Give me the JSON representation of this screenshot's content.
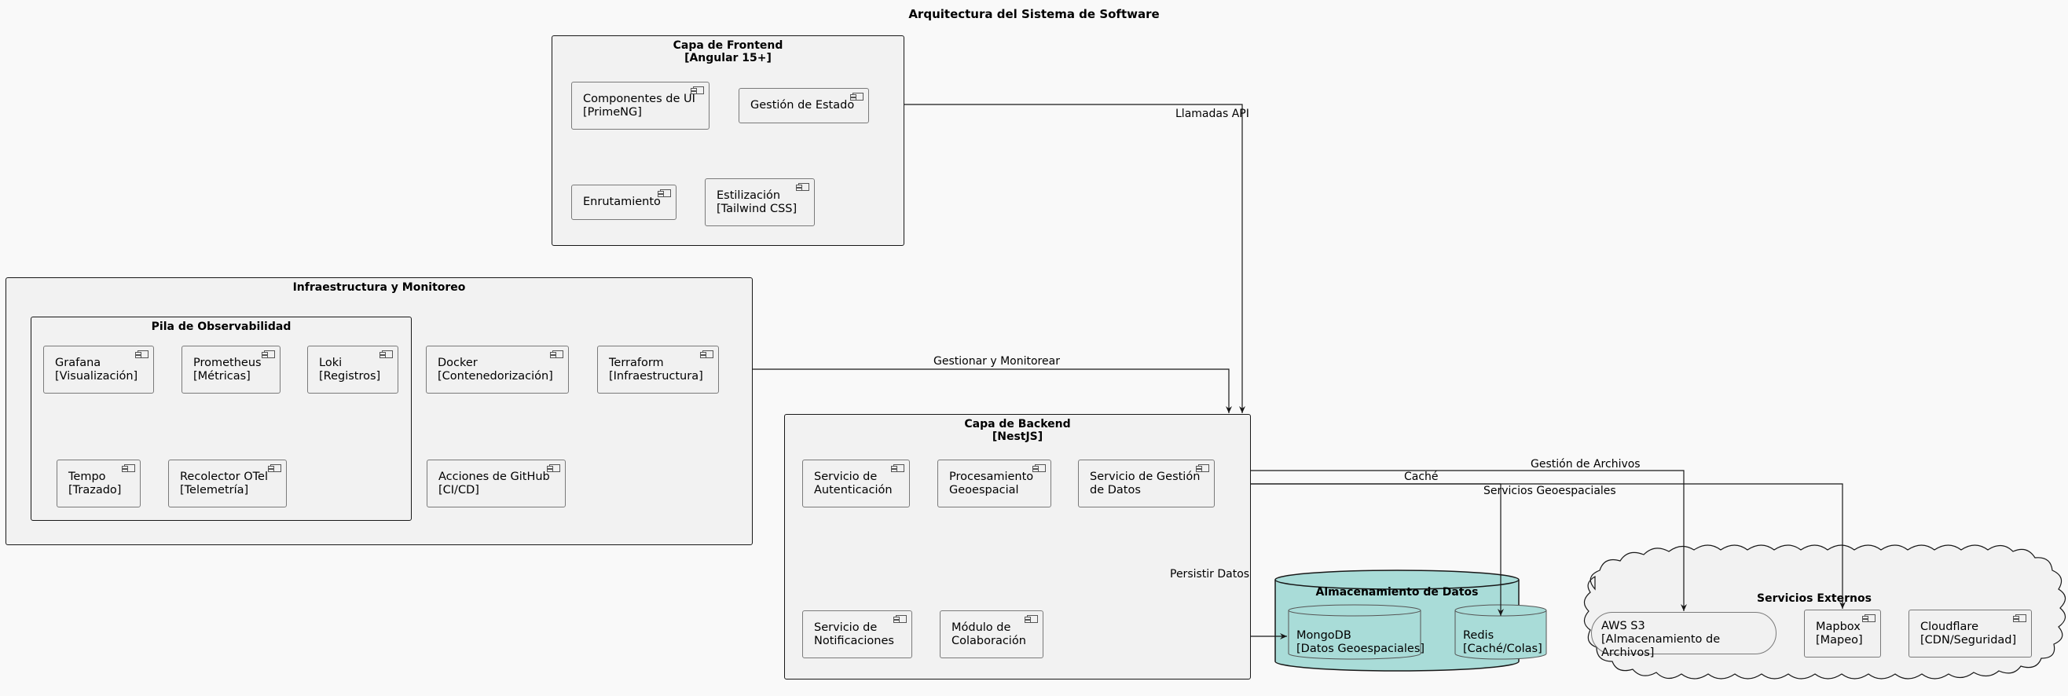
{
  "title": "Arquitectura del Sistema de Software",
  "frontend": {
    "title_line1": "Capa de Frontend",
    "title_line2": "[Angular 15+]",
    "ui_components": [
      "Componentes de UI",
      "[PrimeNG]"
    ],
    "state": [
      "Gestión de Estado"
    ],
    "routing": [
      "Enrutamiento"
    ],
    "styling": [
      "Estilización",
      "[Tailwind CSS]"
    ]
  },
  "infra": {
    "title": "Infraestructura y Monitoreo",
    "observability": {
      "title": "Pila de Observabilidad",
      "grafana": [
        "Grafana",
        "[Visualización]"
      ],
      "prometheus": [
        "Prometheus",
        "[Métricas]"
      ],
      "loki": [
        "Loki",
        "[Registros]"
      ],
      "tempo": [
        "Tempo",
        "[Trazado]"
      ],
      "otel": [
        "Recolector OTel",
        "[Telemetría]"
      ]
    },
    "docker": [
      "Docker",
      "[Contenedorización]"
    ],
    "terraform": [
      "Terraform",
      "[Infraestructura]"
    ],
    "github": [
      "Acciones de GitHub",
      "[CI/CD]"
    ]
  },
  "backend": {
    "title_line1": "Capa de Backend",
    "title_line2": "[NestJS]",
    "auth": [
      "Servicio de",
      "Autenticación"
    ],
    "geo": [
      "Procesamiento",
      "Geoespacial"
    ],
    "data_mgmt": [
      "Servicio de Gestión",
      "de Datos"
    ],
    "notifications": [
      "Servicio de",
      "Notificaciones"
    ],
    "collab": [
      "Módulo de",
      "Colaboración"
    ]
  },
  "storage": {
    "title": "Almacenamiento de Datos",
    "mongodb": [
      "MongoDB",
      "[Datos Geoespaciales]"
    ],
    "redis": [
      "Redis",
      "[Caché/Colas]"
    ]
  },
  "external": {
    "title": "Servicios Externos",
    "s3": [
      "AWS S3",
      "[Almacenamiento de Archivos]"
    ],
    "mapbox": [
      "Mapbox",
      "[Mapeo]"
    ],
    "cloudflare": [
      "Cloudflare",
      "[CDN/Seguridad]"
    ]
  },
  "edges": {
    "api_calls": "Llamadas API",
    "manage_monitor": "Gestionar y Monitorear",
    "file_mgmt": "Gestión de Archivos",
    "cache": "Caché",
    "geo_services": "Servicios Geoespaciales",
    "persist": "Persistir Datos"
  },
  "colors": {
    "background": "#f9f9f9",
    "package_fill": "#f2f2f2",
    "storage_fill": "#a9dcd8",
    "border": "#181818"
  }
}
